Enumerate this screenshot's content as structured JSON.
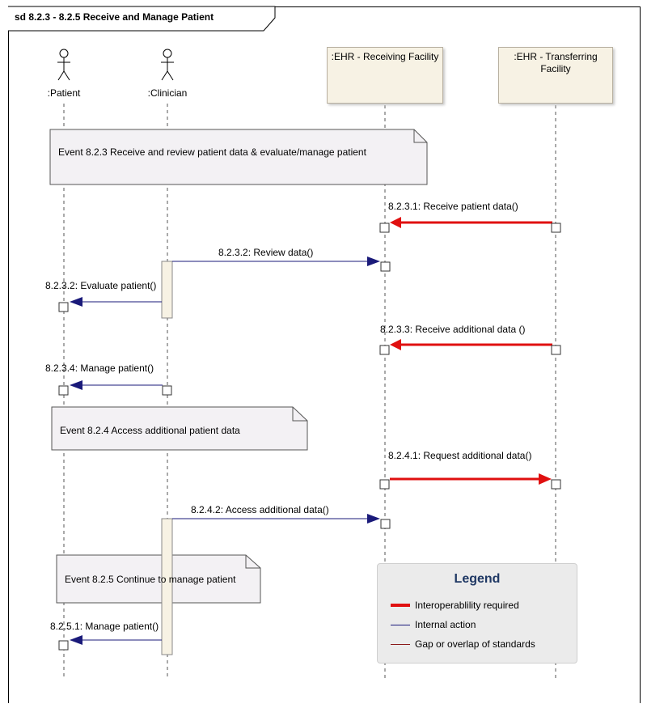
{
  "frame": {
    "title": "sd 8.2.3 - 8.2.5 Receive and Manage Patient"
  },
  "lifelines": {
    "patient": ":Patient",
    "clinician": ":Clinician",
    "receiving": ":EHR - Receiving Facility",
    "transferring": ":EHR - Transferring Facility"
  },
  "notes": {
    "n1": "Event 8.2.3 Receive and review patient data & evaluate/manage patient",
    "n2": "Event 8.2.4 Access additional patient data",
    "n3": "Event 8.2.5 Continue to manage patient"
  },
  "messages": {
    "m1": "8.2.3.1: Receive patient data()",
    "m2": "8.2.3.2: Review data()",
    "m3": "8.2.3.2: Evaluate patient()",
    "m4": "8.2.3.3: Receive additional data ()",
    "m5": "8.2.3.4: Manage patient()",
    "m6": "8.2.4.1: Request additional data()",
    "m7": "8.2.4.2: Access additional data()",
    "m8": "8.2.5.1: Manage patient()"
  },
  "legend": {
    "title": "Legend",
    "items": [
      {
        "label": "Interoperablility required",
        "color": "#e01010"
      },
      {
        "label": "Internal action",
        "color": "#1a1a7a"
      },
      {
        "label": "Gap or overlap of standards",
        "color": "#8b1a1a"
      }
    ]
  },
  "colors": {
    "red": "#e01010",
    "blue": "#1a1a7a",
    "object_fill": "#f7f2e4",
    "activation_fill": "#f7f2e4"
  }
}
